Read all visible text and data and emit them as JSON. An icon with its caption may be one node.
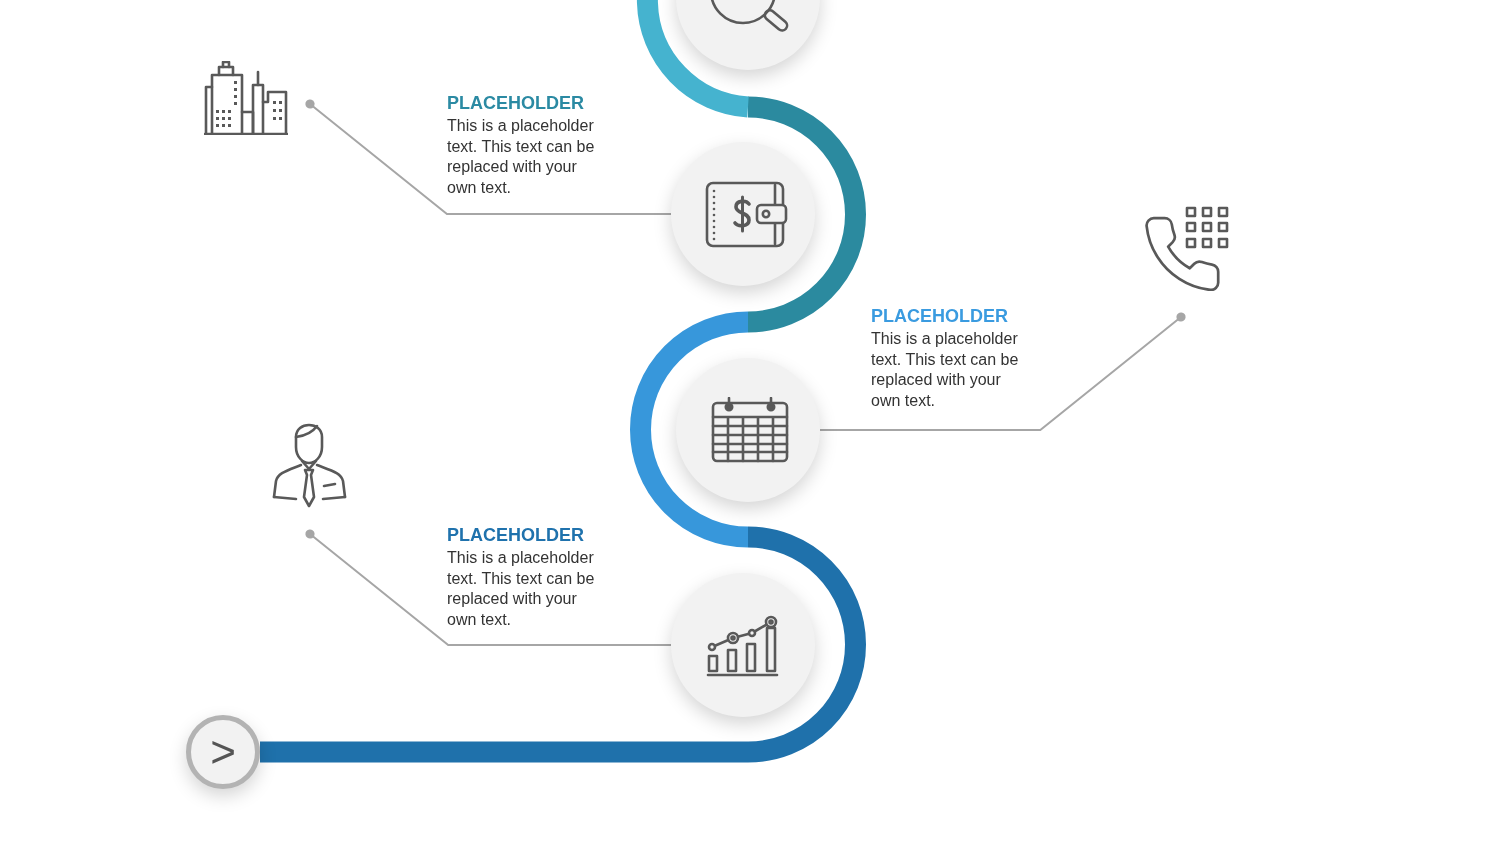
{
  "diagram": {
    "nodes": [
      {
        "text": [],
        "shape": "picture"
      },
      {
        "text": [],
        "shape": "picture"
      },
      {
        "text": [],
        "shape": "picture"
      },
      {
        "text": [],
        "shape": "picture"
      },
      {
        "text": [],
        "shape": "picture"
      },
      {
        "text": [],
        "shape": "picture"
      },
      {
        "text": [],
        "shape": "picture"
      },
      {
        "text": [
          ">"
        ]
      }
    ],
    "edges": [
      {
        "from": 1,
        "to": 2,
        "arrow": "other"
      },
      {
        "from": 3,
        "to": 4,
        "arrow": "other"
      },
      {
        "from": 5,
        "to": 6,
        "arrow": "other"
      }
    ],
    "labels": [
      "PLACEHOLDER",
      "This is a placeholder text. This text can be replaced with your own text.",
      "PLACEHOLDER",
      "This is a placeholder text. This text can be replaced with your own text.",
      "PLACEHOLDER",
      "This is a placeholder text. This text can be replaced with your own text."
    ]
  }
}
